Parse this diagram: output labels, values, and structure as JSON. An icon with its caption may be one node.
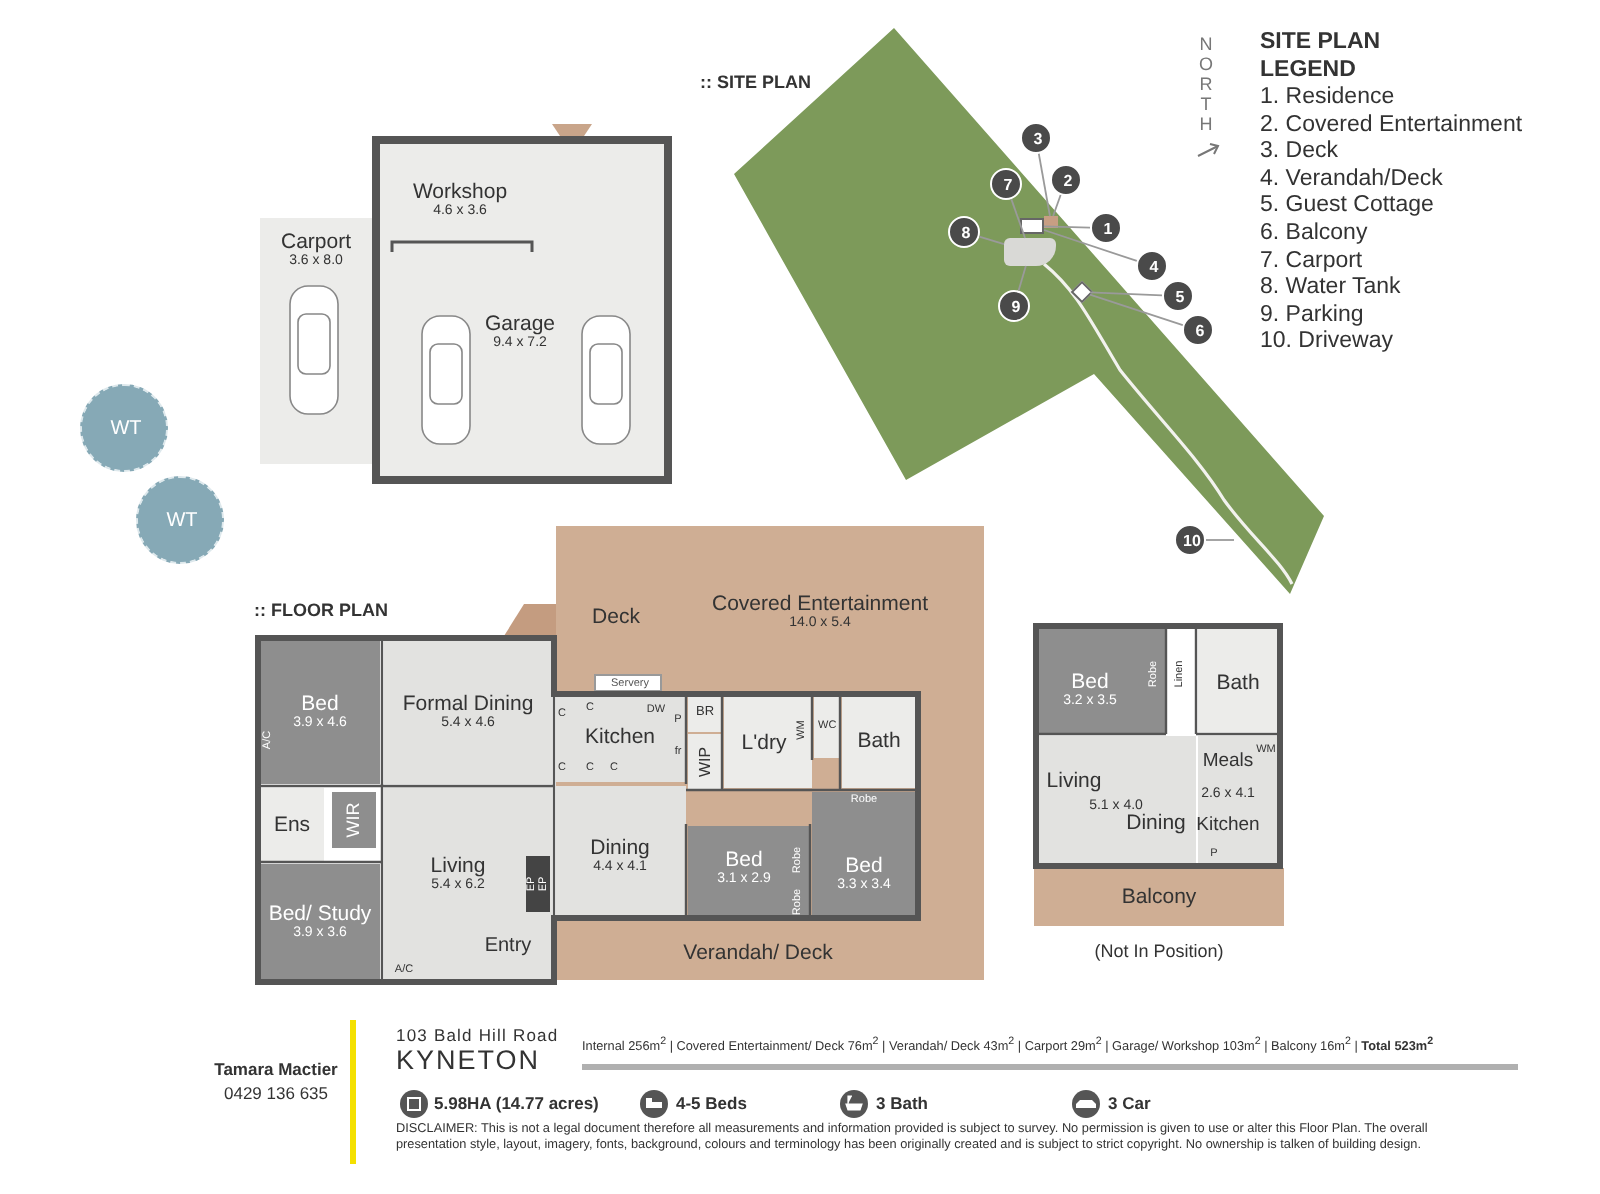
{
  "diagram": {
    "nodes": [
      {
        "text": [
          "Workshop",
          "4.6 x 3.6"
        ]
      },
      {
        "text": [
          "Carport",
          "3.6 x 8.0"
        ]
      },
      {
        "text": [
          "Garage",
          "9.4 x 7.2"
        ]
      },
      {
        "text": [
          "WT"
        ]
      },
      {
        "text": [
          "WT"
        ]
      },
      {
        "text": [
          "1"
        ]
      },
      {
        "text": [
          "2"
        ]
      },
      {
        "text": [
          "3"
        ]
      },
      {
        "text": [
          "4"
        ]
      },
      {
        "text": [
          "5"
        ]
      },
      {
        "text": [
          "6"
        ]
      },
      {
        "text": [
          "7"
        ]
      },
      {
        "text": [
          "8"
        ]
      },
      {
        "text": [
          "9"
        ]
      },
      {
        "text": [
          "10"
        ]
      },
      {
        "text": [
          "Deck"
        ]
      },
      {
        "text": [
          "Covered Entertainment",
          "14.0 x 5.4"
        ]
      },
      {
        "text": [
          "Bed",
          "3.9 x 4.6"
        ]
      },
      {
        "text": [
          "Formal Dining",
          "5.4 x 4.6"
        ]
      },
      {
        "text": [
          "Servery"
        ]
      },
      {
        "text": [
          "Kitchen"
        ]
      },
      {
        "text": [
          "BR"
        ]
      },
      {
        "text": [
          "L'dry"
        ]
      },
      {
        "text": [
          "WC"
        ]
      },
      {
        "text": [
          "Bath"
        ]
      },
      {
        "text": [
          "Ens"
        ]
      },
      {
        "text": [
          "WIR"
        ]
      },
      {
        "text": [
          "Living",
          "5.4 x 6.2"
        ]
      },
      {
        "text": [
          "Dining",
          "4.4 x 4.1"
        ]
      },
      {
        "text": [
          "WIP"
        ]
      },
      {
        "text": [
          "Bed",
          "3.1 x 2.9"
        ]
      },
      {
        "text": [
          "Bed",
          "3.3 x 3.4"
        ]
      },
      {
        "text": [
          "Bed/ Study",
          "3.9 x 3.6"
        ]
      },
      {
        "text": [
          "Verandah/ Deck"
        ]
      },
      {
        "text": [
          "Bed",
          "3.2 x 3.5"
        ]
      },
      {
        "text": [
          "Bath"
        ]
      },
      {
        "text": [
          "Living",
          "5.1 x 4.0",
          "Dining"
        ]
      },
      {
        "text": [
          "Meals",
          "2.6 x 4.1",
          "Kitchen"
        ]
      },
      {
        "text": [
          "Balcony"
        ],
        "beside": [
          "(Not In Position)"
        ]
      },
      {
        "text": [],
        "shape": "box"
      },
      {
        "text": [],
        "shape": "box"
      },
      {
        "text": [],
        "shape": "box"
      },
      {
        "text": [],
        "shape": "diamond"
      }
    ],
    "edges": [
      {
        "from": 5,
        "to": 39,
        "arrow": "none"
      },
      {
        "from": 6,
        "to": 40,
        "arrow": "none"
      },
      {
        "from": 7,
        "to": 40,
        "arrow": "none"
      },
      {
        "from": 8,
        "to": 39,
        "arrow": "none"
      },
      {
        "from": 9,
        "to": 42,
        "arrow": "none"
      },
      {
        "from": 10,
        "to": 42,
        "arrow": "none"
      },
      {
        "from": 11,
        "to": 41,
        "arrow": "none"
      },
      {
        "from": 12,
        "to": 41,
        "arrow": "none"
      },
      {
        "from": 13,
        "to": 41,
        "arrow": "none"
      },
      {
        "from": 14,
        "to": null,
        "arrow": "none"
      }
    ],
    "labels": [
      ":: SITE PLAN",
      "NORTH",
      "SITE PLAN LEGEND",
      "1. Residence",
      "2. Covered Entertainment",
      "3. Deck",
      "4. Verandah/Deck",
      "5. Guest Cottage",
      "6. Balcony",
      "7. Carport",
      "8. Water Tank",
      "9. Parking",
      "10. Driveway",
      ":: FLOOR PLAN",
      "C",
      "C",
      "DW",
      "P",
      "fr",
      "C",
      "C",
      "C",
      "WM",
      "A/C",
      "Robe",
      "Robe",
      "Robe",
      "EP",
      "EP",
      "Entry",
      "A/C",
      "Robe",
      "Linen",
      "WM",
      "P",
      "Tamara Mactier",
      "0429 136 635",
      "103 Bald Hill Road",
      "KYNETON",
      "Internal 256m$^{2}$ | Covered Entertainment/ Deck 76m$^{2}$ | Verandah/ Deck 43m$^{2}$ | Carport 29m$^{2}$ | Garage/ Workshop 103m$^{2}$ | Balcony 16m$^{2}$ | **Total 523m$^{2}$**",
      "5.98HA (14.77 acres)",
      "4-5 Beds",
      "3 Bath",
      "3 Car",
      "DISCLAIMER: This is not a legal document therefore all measurements and information provided is subject to survey. No permission is given to use or alter this Floor Plan. The overall presentation style, layout, imagery, fonts, background, colours and terminology has been originally created and is subject to strict copyright. No ownership is talken of building design."
    ]
  }
}
